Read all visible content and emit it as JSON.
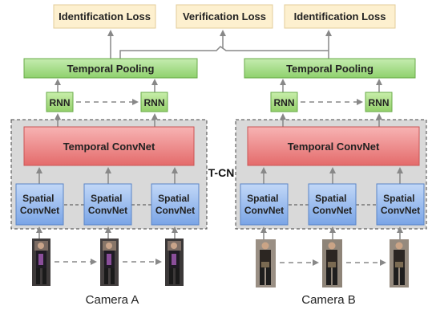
{
  "losses": {
    "left": "Identification Loss",
    "middle": "Verification Loss",
    "right": "Identification Loss"
  },
  "branches": [
    {
      "pooling_label": "Temporal Pooling",
      "rnn_labels": [
        "RNN",
        "RNN"
      ],
      "temporal_convnet_label": "Temporal ConvNet",
      "spatial_labels": [
        [
          "Spatial",
          "ConvNet"
        ],
        [
          "Spatial",
          "ConvNet"
        ],
        [
          "Spatial",
          "ConvNet"
        ]
      ],
      "camera_label": "Camera A"
    },
    {
      "pooling_label": "Temporal Pooling",
      "rnn_labels": [
        "RNN",
        "RNN"
      ],
      "temporal_convnet_label": "Temporal ConvNet",
      "spatial_labels": [
        [
          "Spatial",
          "ConvNet"
        ],
        [
          "Spatial",
          "ConvNet"
        ],
        [
          "Spatial",
          "ConvNet"
        ]
      ],
      "camera_label": "Camera B"
    }
  ],
  "tcn_label": "T-CN",
  "colors": {
    "loss_fill": "#fdf0cf",
    "loss_stroke": "#e3cc98",
    "pooling_fill": "#a6dc8d",
    "rnn_fill": "#a4da82",
    "temporal_fill": "#ef8a8a",
    "spatial_fill": "#93b7ee",
    "panel_fill": "#d9d9d9",
    "arrow": "#888888"
  }
}
